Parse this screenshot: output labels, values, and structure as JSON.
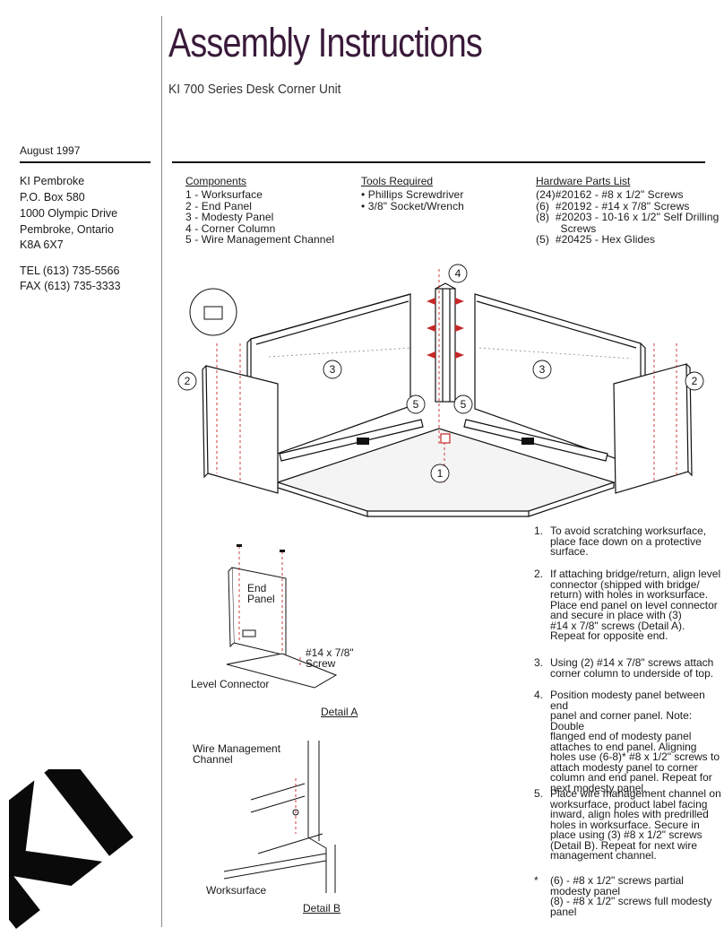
{
  "header": {
    "title": "Assembly Instructions",
    "subtitle": "KI 700 Series Desk Corner Unit"
  },
  "sidebar": {
    "date": "August 1997",
    "address": [
      "KI Pembroke",
      "P.O. Box 580",
      "1000 Olympic Drive",
      "Pembroke, Ontario",
      "K8A 6X7"
    ],
    "tel": "TEL (613) 735-5566",
    "fax": "FAX (613) 735-3333",
    "logo_text": "KI"
  },
  "components": {
    "heading": "Components",
    "items": [
      "1 - Worksurface",
      "2 - End Panel",
      "3 - Modesty Panel",
      "4 - Corner Column",
      "5 - Wire Management Channel"
    ]
  },
  "tools": {
    "heading": "Tools Required",
    "items": [
      "• Phillips Screwdriver",
      "• 3/8\" Socket/Wrench"
    ]
  },
  "hardware": {
    "heading": "Hardware Parts List",
    "items": [
      "(24)#20162 - #8 x 1/2\" Screws",
      "(6)  #20192 - #14 x 7/8\" Screws",
      "(8)  #20203 - 10-16 x 1/2\" Self Drilling",
      "        Screws",
      "(5)  #20425 - Hex Glides"
    ]
  },
  "diagram": {
    "callouts": [
      "4",
      "3",
      "3",
      "2",
      "2",
      "5",
      "5",
      "1"
    ]
  },
  "detail_a": {
    "end_panel": [
      "End",
      "Panel"
    ],
    "screw": [
      "#14 x 7/8\"",
      "Screw"
    ],
    "level_connector": "Level Connector",
    "label": "Detail A"
  },
  "detail_b": {
    "wire_channel": [
      "Wire Management",
      "Channel"
    ],
    "worksurface": "Worksurface",
    "label": "Detail B"
  },
  "steps": [
    {
      "num": "1.",
      "lines": [
        "To avoid scratching worksurface,",
        "place face down on a protective",
        "surface."
      ]
    },
    {
      "num": "2.",
      "lines": [
        "If attaching bridge/return, align level",
        "connector (shipped with bridge/",
        "return) with holes in worksurface.",
        "Place end panel on level connector",
        "and secure in place with (3)",
        "#14 x 7/8\" screws (Detail A).",
        "Repeat for opposite end."
      ]
    },
    {
      "num": "3.",
      "lines": [
        "Using (2) #14 x 7/8\" screws attach",
        "corner column to underside of top."
      ]
    },
    {
      "num": "4.",
      "lines": [
        "Position modesty panel between end",
        "panel and corner panel. Note: Double",
        "flanged end of modesty panel",
        "attaches to end panel. Aligning",
        "holes use (6-8)* #8 x 1/2\" screws to",
        "attach modesty panel to corner",
        "column and end panel.  Repeat for",
        "next modesty panel."
      ]
    },
    {
      "num": "5.",
      "lines": [
        "Place wire management channel on",
        "worksurface, product label facing",
        "inward, align holes with predrilled",
        "holes in worksurface.  Secure in",
        "place using (3) #8 x 1/2\" screws",
        "(Detail B).  Repeat for next wire",
        "management channel."
      ]
    },
    {
      "num": "*",
      "lines": [
        "(6) - #8 x 1/2\" screws partial",
        "modesty panel",
        "(8) - #8 x 1/2\" screws full modesty",
        "panel"
      ]
    }
  ]
}
